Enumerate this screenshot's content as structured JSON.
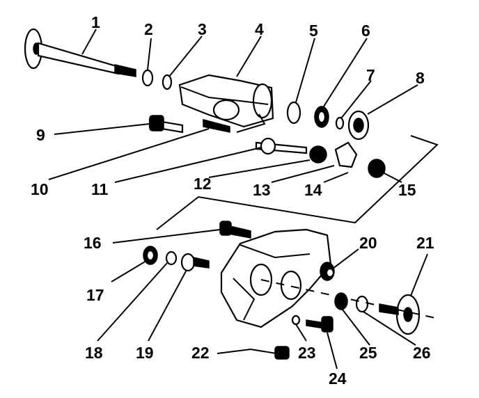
{
  "diagram": {
    "callouts": [
      {
        "id": 1,
        "label": "1"
      },
      {
        "id": 2,
        "label": "2"
      },
      {
        "id": 3,
        "label": "3"
      },
      {
        "id": 4,
        "label": "4"
      },
      {
        "id": 5,
        "label": "5"
      },
      {
        "id": 6,
        "label": "6"
      },
      {
        "id": 7,
        "label": "7"
      },
      {
        "id": 8,
        "label": "8"
      },
      {
        "id": 9,
        "label": "9"
      },
      {
        "id": 10,
        "label": "10"
      },
      {
        "id": 11,
        "label": "11"
      },
      {
        "id": 12,
        "label": "12"
      },
      {
        "id": 13,
        "label": "13"
      },
      {
        "id": 14,
        "label": "14"
      },
      {
        "id": 15,
        "label": "15"
      },
      {
        "id": 16,
        "label": "16"
      },
      {
        "id": 17,
        "label": "17"
      },
      {
        "id": 18,
        "label": "18"
      },
      {
        "id": 19,
        "label": "19"
      },
      {
        "id": 20,
        "label": "20"
      },
      {
        "id": 21,
        "label": "21"
      },
      {
        "id": 22,
        "label": "22"
      },
      {
        "id": 23,
        "label": "23"
      },
      {
        "id": 24,
        "label": "24"
      },
      {
        "id": 25,
        "label": "25"
      },
      {
        "id": 26,
        "label": "26"
      }
    ]
  }
}
